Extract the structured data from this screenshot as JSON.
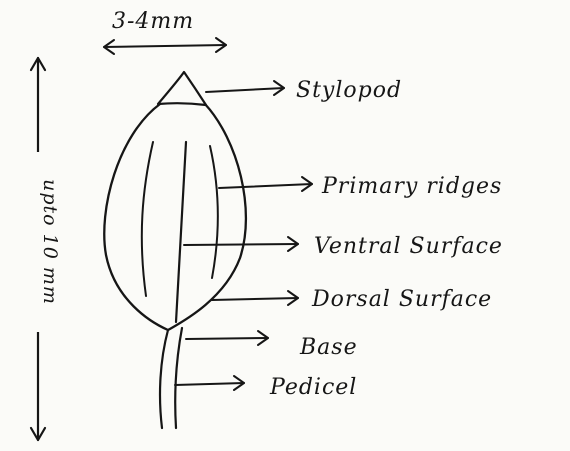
{
  "diagram": {
    "width_label": "3-4mm",
    "length_label": "upto 10 mm",
    "labels": {
      "stylopod": "Stylopod",
      "primary_ridges": "Primary ridges",
      "ventral_surface": "Ventral Surface",
      "dorsal_surface": "Dorsal Surface",
      "base": "Base",
      "pedicel": "Pedicel"
    }
  }
}
